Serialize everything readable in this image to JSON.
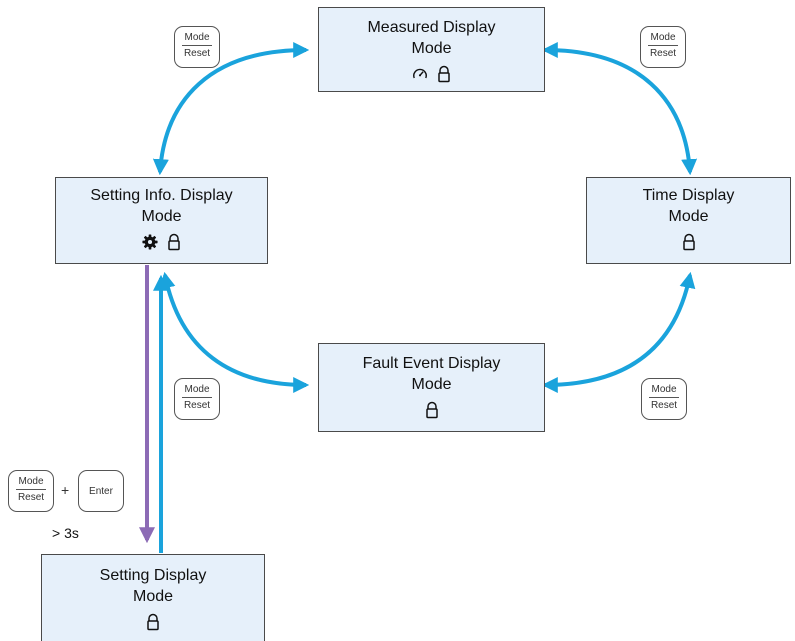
{
  "modes": {
    "measured": {
      "line1": "Measured Display",
      "line2": "Mode"
    },
    "setting_info": {
      "line1": "Setting Info. Display",
      "line2": "Mode"
    },
    "time": {
      "line1": "Time Display",
      "line2": "Mode"
    },
    "fault_event": {
      "line1": "Fault Event Display",
      "line2": "Mode"
    },
    "setting": {
      "line1": "Setting Display",
      "line2": "Mode"
    }
  },
  "keys": {
    "mode_reset": {
      "top": "Mode",
      "bottom": "Reset"
    },
    "enter": "Enter",
    "plus": "+",
    "hold_time": "> 3s"
  },
  "colors": {
    "cycle_arrow": "#1aa3dc",
    "enter_arrow": "#8c6bb5",
    "box_fill": "#e6f0fa"
  }
}
